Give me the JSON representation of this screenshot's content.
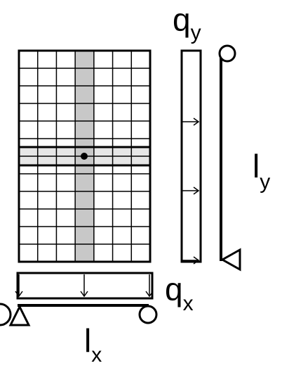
{
  "labels": {
    "qy": {
      "main": "q",
      "sub": "y"
    },
    "qx": {
      "main": "q",
      "sub": "x"
    },
    "ly": {
      "main": "l",
      "sub": "y"
    },
    "lx": {
      "main": "l",
      "sub": "x"
    }
  },
  "grid": {
    "columns": 7,
    "rows": 12,
    "highlight_column": 4,
    "highlight_row": 7
  },
  "colors": {
    "line": "#000000",
    "column_strip": "#c8c8c8",
    "row_strip": "#e6e6e6",
    "background": "#ffffff"
  }
}
